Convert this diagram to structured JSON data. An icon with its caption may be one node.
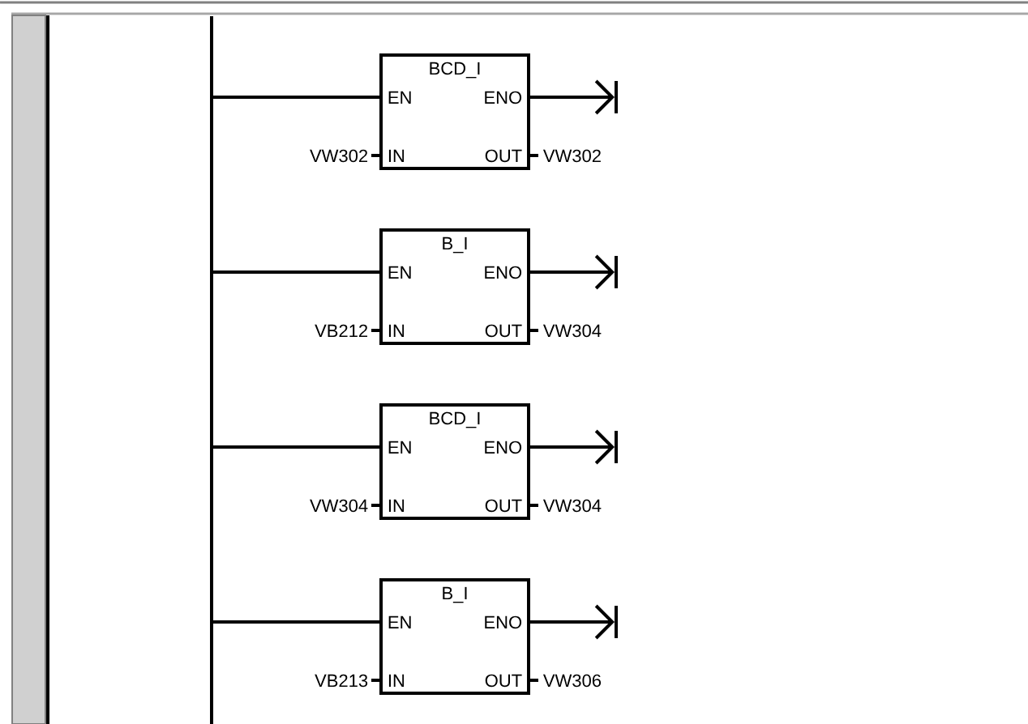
{
  "diagram": {
    "nodes": [
      {
        "text": [],
        "shape": "bar"
      },
      {
        "text": [
          "BCD_I",
          "EN",
          "ENO",
          "IN",
          "OUT"
        ],
        "beside": [
          "VW302",
          "VW302"
        ]
      },
      {
        "text": [
          "B_I",
          "EN",
          "ENO",
          "IN",
          "OUT"
        ],
        "beside": [
          "VB212",
          "VW304"
        ]
      },
      {
        "text": [
          "BCD_I",
          "EN",
          "ENO",
          "IN",
          "OUT"
        ],
        "beside": [
          "VW304",
          "VW304"
        ]
      },
      {
        "text": [
          "B_I",
          "EN",
          "ENO",
          "IN",
          "OUT"
        ],
        "beside": [
          "VB213",
          "VW306"
        ]
      }
    ],
    "edges": [
      {
        "from": 0,
        "to": 1,
        "arrow": "none"
      },
      {
        "from": 1,
        "to": null,
        "arrow": "to"
      },
      {
        "from": 0,
        "to": 2,
        "arrow": "none"
      },
      {
        "from": 2,
        "to": null,
        "arrow": "to"
      },
      {
        "from": 0,
        "to": 3,
        "arrow": "none"
      },
      {
        "from": 3,
        "to": null,
        "arrow": "to"
      },
      {
        "from": 0,
        "to": 4,
        "arrow": "none"
      },
      {
        "from": 4,
        "to": null,
        "arrow": "to"
      }
    ]
  }
}
